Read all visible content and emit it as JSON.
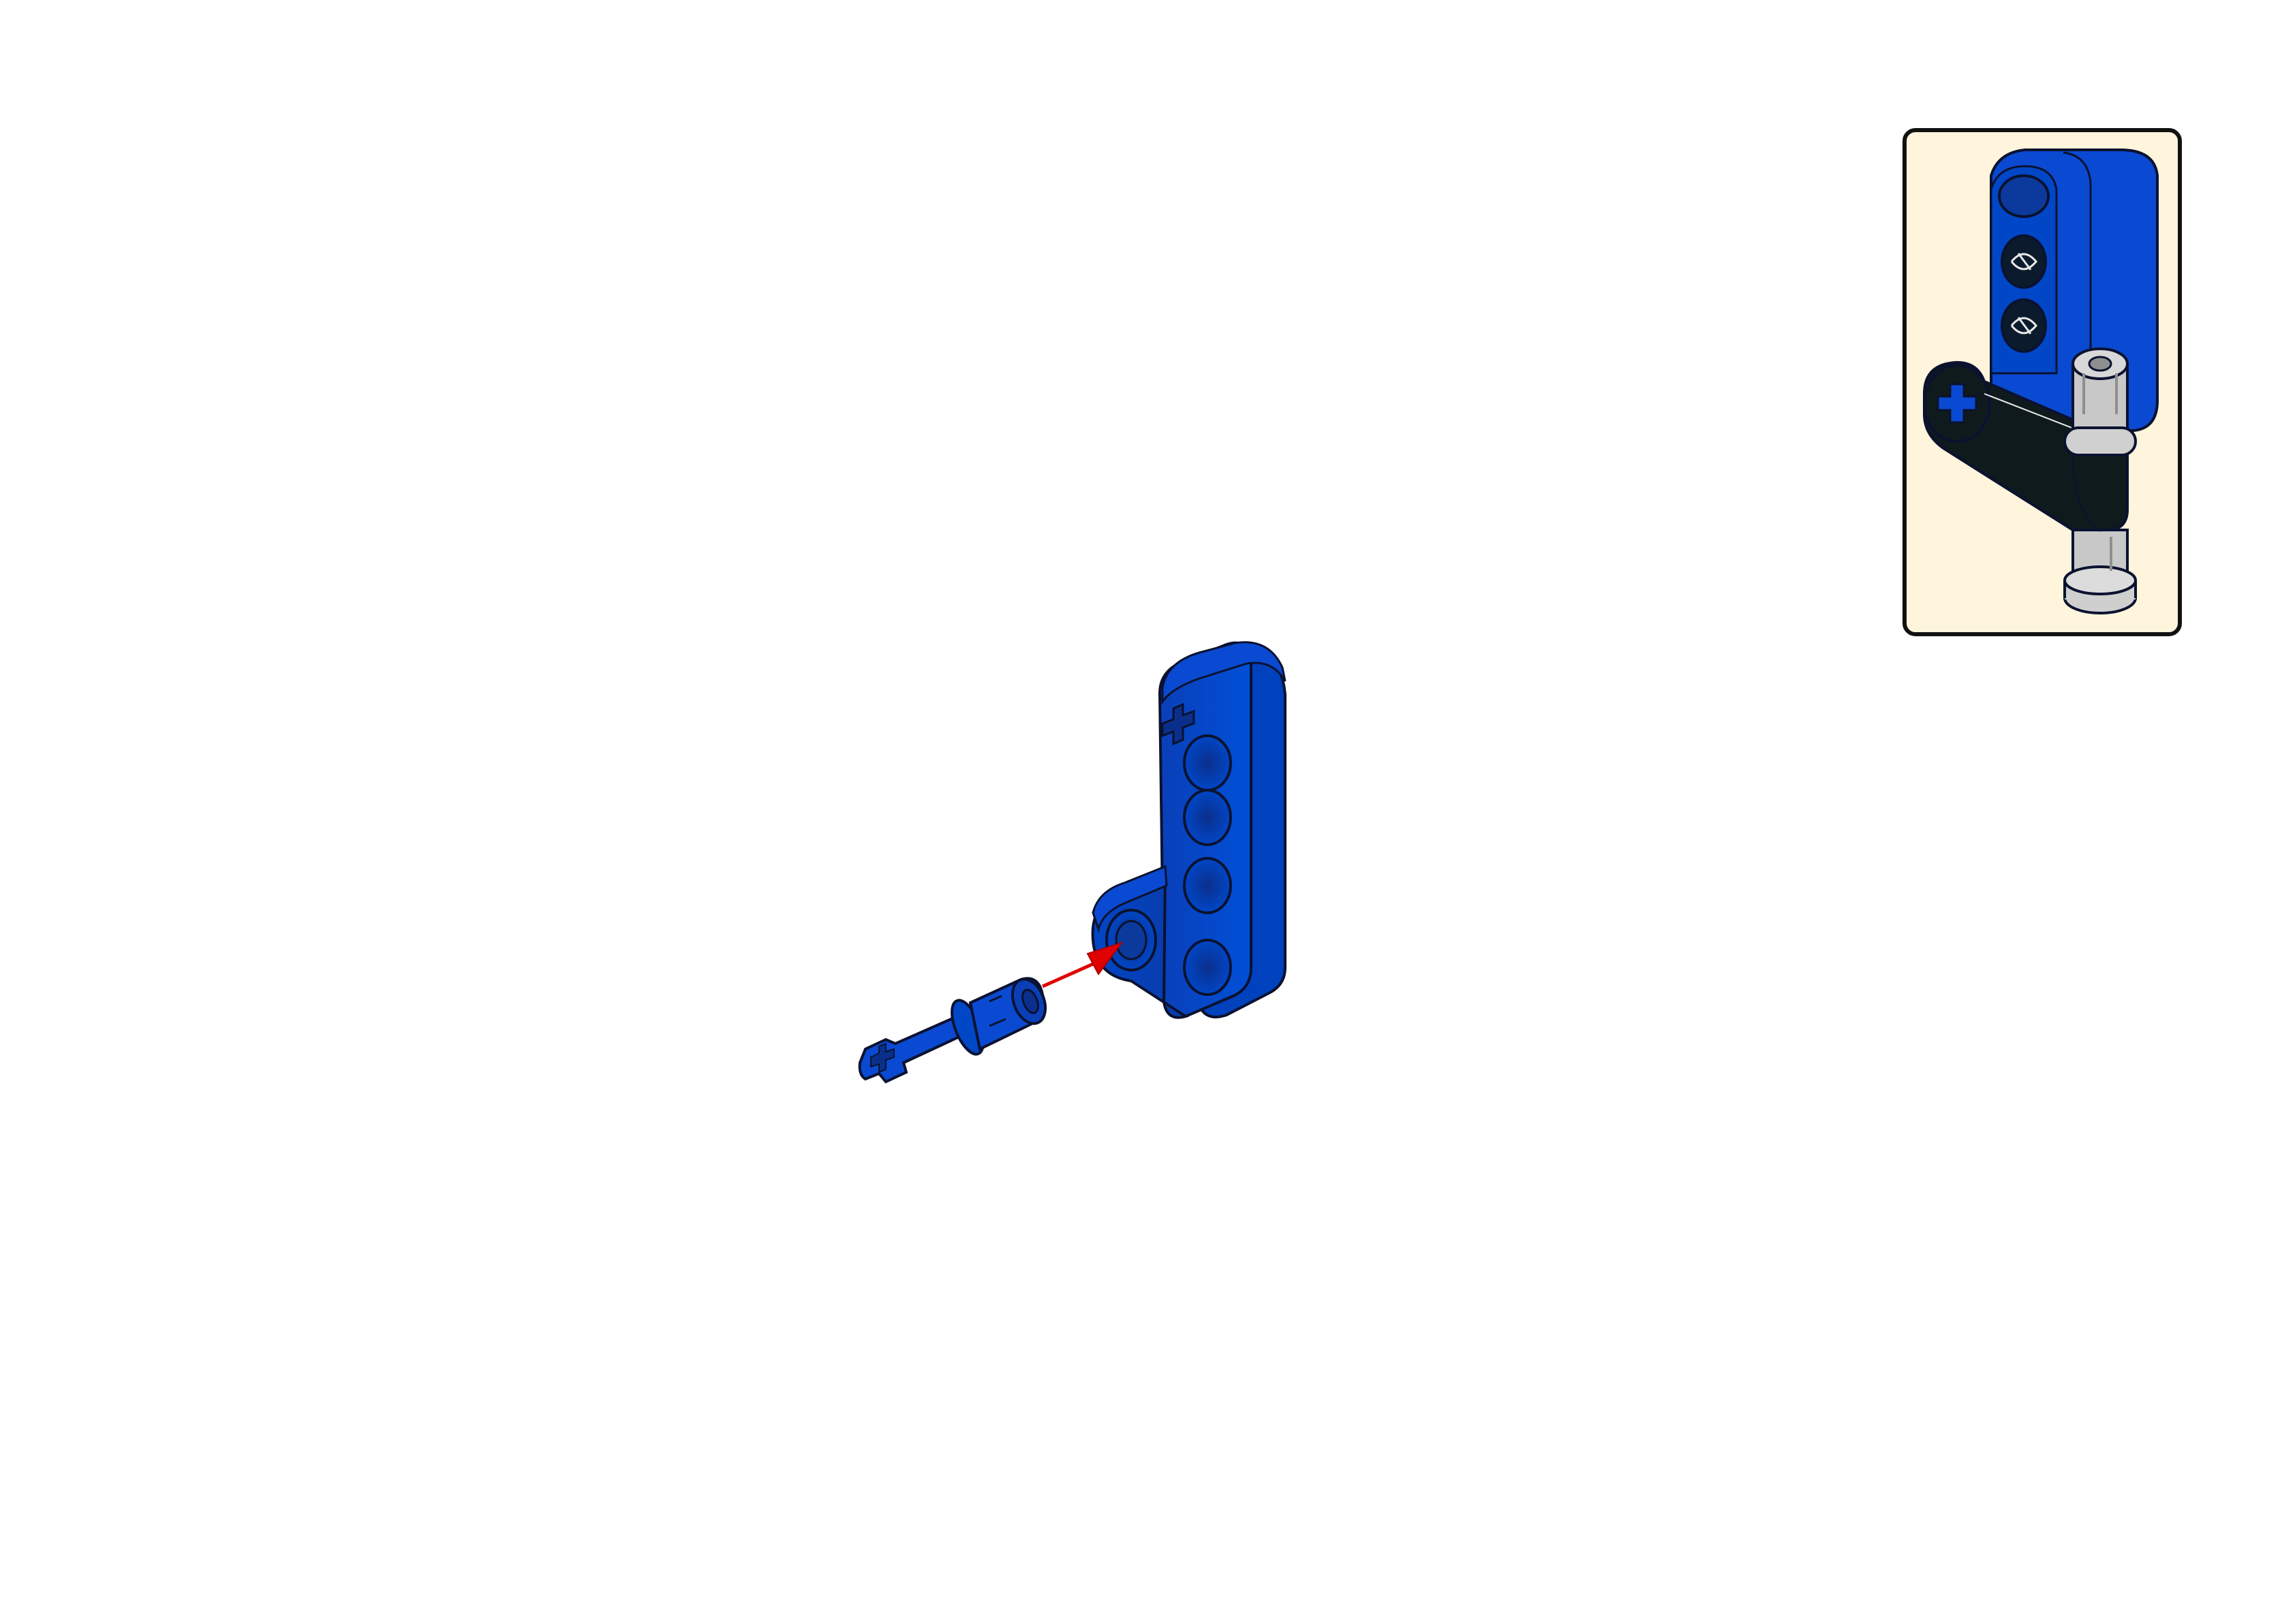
{
  "page": {
    "background": "#ffffff"
  },
  "colors": {
    "brick_blue": "#0047c8",
    "brick_blue_dark": "#0a2f8a",
    "brick_blue_light": "#2f6be0",
    "outline": "#0b1230",
    "arrow_red": "#e00000",
    "callout_bg": "#fff5dc",
    "callout_border": "#111111",
    "black_part": "#0f1a1c",
    "gray_part": "#c8c8c8",
    "gray_part_dark": "#8f8f8f"
  },
  "step": {
    "parts": [
      {
        "name": "axle-pin",
        "color": "blue"
      },
      {
        "name": "l-beam-3x5",
        "color": "blue"
      }
    ],
    "arrow": {
      "color": "red",
      "meaning": "insert"
    }
  },
  "callout": {
    "parts": [
      {
        "name": "beam-3-thick",
        "color": "black"
      },
      {
        "name": "pin-long",
        "color": "gray"
      },
      {
        "name": "l-beam-3x5",
        "color": "blue"
      }
    ]
  }
}
